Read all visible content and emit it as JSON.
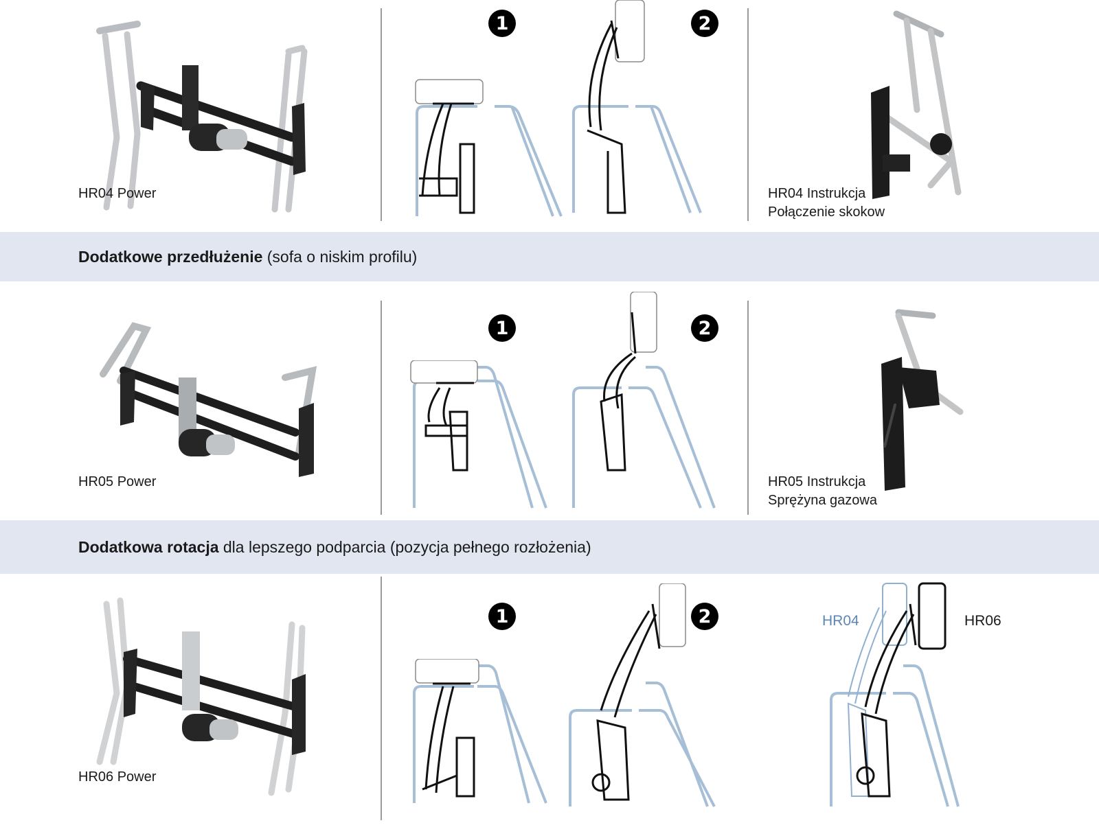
{
  "rows": [
    {
      "product_caption": "HR04 Power",
      "instruction_lines": [
        "HR04 Instrukcja",
        "Połączenie skokow"
      ],
      "steps": [
        "1",
        "2"
      ]
    },
    {
      "product_caption": "HR05 Power",
      "instruction_lines": [
        "HR05 Instrukcja",
        "Sprężyna gazowa"
      ],
      "steps": [
        "1",
        "2"
      ]
    },
    {
      "product_caption": "HR06 Power",
      "steps": [
        "1",
        "2"
      ],
      "comparison": {
        "left_label": "HR04",
        "right_label": "HR06"
      }
    }
  ],
  "bands": [
    {
      "bold": "Dodatkowe przedłużenie",
      "rest": " (sofa o niskim profilu)"
    },
    {
      "bold": "Dodatkowa rotacja",
      "rest": " dla lepszego podparcia (pozycja pełnego rozłożenia)"
    }
  ],
  "colors": {
    "band_bg": "#e1e6f1",
    "sofa_outline": "#a6bfd6",
    "comparison_hr04": "#5c86b5",
    "step_badge": "#000000"
  }
}
